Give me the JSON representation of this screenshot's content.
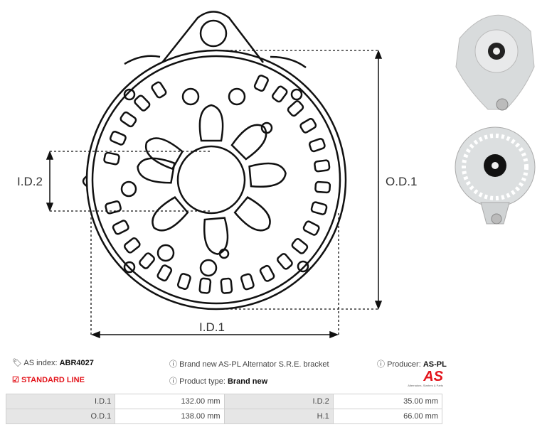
{
  "drawing": {
    "labels": {
      "id1": "I.D.1",
      "id2": "I.D.2",
      "od1": "O.D.1"
    }
  },
  "info": {
    "as_index_label": "AS index:",
    "as_index_value": "ABR4027",
    "description": "Brand new AS-PL Alternator S.R.E. bracket",
    "producer_label": "Producer:",
    "producer_value": "AS-PL",
    "line": "STANDARD LINE",
    "product_type_label": "Product type:",
    "product_type_value": "Brand new",
    "logo_text": "AS",
    "logo_tagline": "Alternators, Starters & Parts"
  },
  "specs": [
    [
      {
        "label": "I.D.1",
        "value": "132.00 mm"
      },
      {
        "label": "I.D.2",
        "value": "35.00 mm"
      }
    ],
    [
      {
        "label": "O.D.1",
        "value": "138.00 mm"
      },
      {
        "label": "H.1",
        "value": "66.00 mm"
      }
    ]
  ],
  "colors": {
    "accent": "#e3141b"
  }
}
